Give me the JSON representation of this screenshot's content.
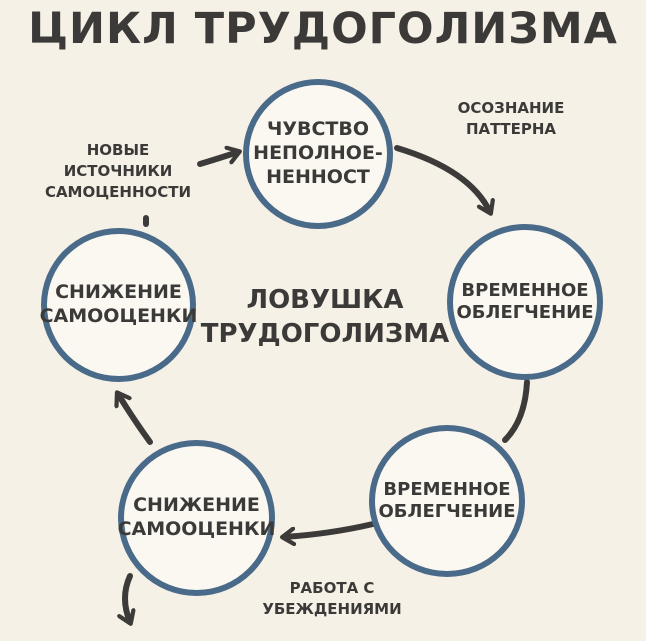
{
  "title": "ЦИКЛ ТРУДОГОЛИЗМА",
  "center_label": "ЛОВУШКА\nТРУДОГОЛИЗМА",
  "nodes": [
    "ЧУВСТВО\nНЕПОЛНОЕ-\nНЕННОСТ",
    "ВРЕМЕННОЕ\nОБЛЕГЧЕНИЕ",
    "ВРЕМЕННОЕ\nОБЛЕГЧЕНИЕ",
    "СНИЖЕНИЕ\nСАМООЦЕНКИ",
    "СНИЖЕНИЕ\nСАМООЦЕНКИ"
  ],
  "edge_labels": {
    "awareness": "ОСОЗНАНИЕ\nПАТТЕРНА",
    "new_sources": "НОВЫЕ\nИСТОЧНИКИ\nСАМОЦЕННОСТИ",
    "beliefs": "РАБОТА С\nУБЕЖДЕНИЯМИ"
  },
  "colors": {
    "background": "#f6f1e6",
    "node_border": "#4a6a8a",
    "arrow": "#3d3b39",
    "text": "#3b3a38"
  }
}
